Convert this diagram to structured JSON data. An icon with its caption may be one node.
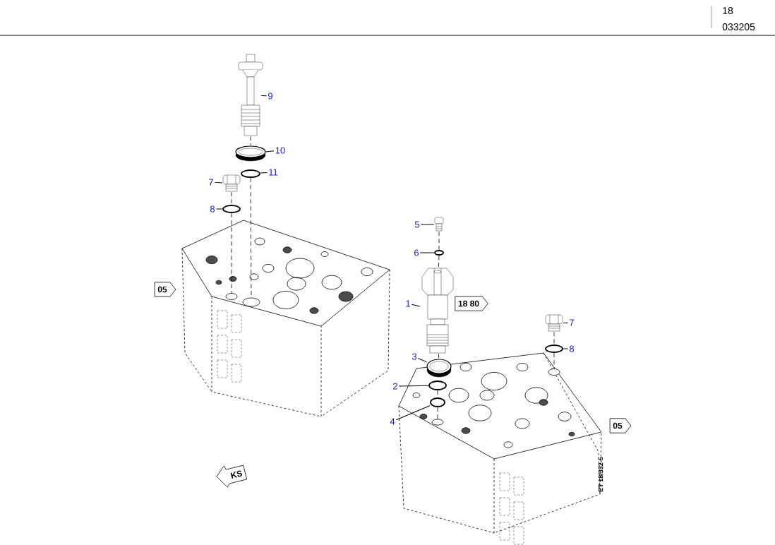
{
  "diagram": {
    "nodes": [
      {
        "text": [
          "9"
        ]
      },
      {
        "text": [],
        "shape": "picture"
      },
      {
        "text": [
          "10"
        ]
      },
      {
        "text": [],
        "shape": "circle"
      },
      {
        "text": [
          "11"
        ]
      },
      {
        "text": [],
        "shape": "circle"
      },
      {
        "text": [
          "7"
        ]
      },
      {
        "text": [],
        "shape": "picture"
      },
      {
        "text": [
          "8"
        ]
      },
      {
        "text": [],
        "shape": "circle"
      },
      {
        "text": [
          "05"
        ]
      },
      {
        "text": [],
        "shape": "circle"
      },
      {
        "text": [],
        "shape": "circle"
      },
      {
        "text": [
          "5"
        ]
      },
      {
        "text": [],
        "shape": "picture"
      },
      {
        "text": [
          "6"
        ]
      },
      {
        "text": [],
        "shape": "circle"
      },
      {
        "text": [
          "1"
        ]
      },
      {
        "text": [],
        "shape": "picture"
      },
      {
        "text": [
          "18 80"
        ]
      },
      {
        "text": [
          "7"
        ]
      },
      {
        "text": [],
        "shape": "picture"
      },
      {
        "text": [
          "8"
        ]
      },
      {
        "text": [],
        "shape": "circle"
      },
      {
        "text": [
          "3"
        ]
      },
      {
        "text": [],
        "shape": "circle"
      },
      {
        "text": [
          "2"
        ]
      },
      {
        "text": [],
        "shape": "circle"
      },
      {
        "text": [
          "4"
        ]
      },
      {
        "text": [],
        "shape": "circle"
      },
      {
        "text": [],
        "shape": "circle"
      },
      {
        "text": [],
        "shape": "circle"
      },
      {
        "text": [
          "05"
        ]
      },
      {
        "text": [
          "KS"
        ]
      }
    ],
    "edges": [
      {
        "from": 0,
        "to": 1,
        "arrow": "none"
      },
      {
        "from": 2,
        "to": 3,
        "arrow": "none"
      },
      {
        "from": 4,
        "to": 5,
        "arrow": "none"
      },
      {
        "from": 6,
        "to": 7,
        "arrow": "none"
      },
      {
        "from": 8,
        "to": 9,
        "arrow": "none"
      },
      {
        "from": 13,
        "to": 14,
        "arrow": "none"
      },
      {
        "from": 15,
        "to": 16,
        "arrow": "none"
      },
      {
        "from": 17,
        "to": 18,
        "arrow": "none"
      },
      {
        "from": 20,
        "to": 21,
        "arrow": "none"
      },
      {
        "from": 22,
        "to": 23,
        "arrow": "none"
      },
      {
        "from": 24,
        "to": 25,
        "arrow": "none"
      },
      {
        "from": 26,
        "to": 27,
        "arrow": "none"
      },
      {
        "from": 28,
        "to": 29,
        "arrow": "none"
      },
      {
        "from": 1,
        "to": 3,
        "arrow": "none",
        "style": "dashed"
      },
      {
        "from": 5,
        "to": 12,
        "arrow": "none",
        "style": "dashed"
      },
      {
        "from": 7,
        "to": 9,
        "arrow": "none",
        "style": "dashed"
      },
      {
        "from": 9,
        "to": 11,
        "arrow": "none",
        "style": "dashed"
      },
      {
        "from": 14,
        "to": 16,
        "arrow": "none",
        "style": "dashed"
      },
      {
        "from": 16,
        "to": 18,
        "arrow": "none",
        "style": "dashed"
      },
      {
        "from": 18,
        "to": 25,
        "arrow": "none",
        "style": "dashed"
      },
      {
        "from": 27,
        "to": 29,
        "arrow": "none",
        "style": "dashed"
      },
      {
        "from": 29,
        "to": 30,
        "arrow": "none",
        "style": "dashed"
      },
      {
        "from": 21,
        "to": 23,
        "arrow": "none",
        "style": "dashed"
      },
      {
        "from": 23,
        "to": 31,
        "arrow": "none",
        "style": "dashed"
      }
    ],
    "labels": [
      "18",
      "033205",
      "ET 18/332-5"
    ]
  }
}
